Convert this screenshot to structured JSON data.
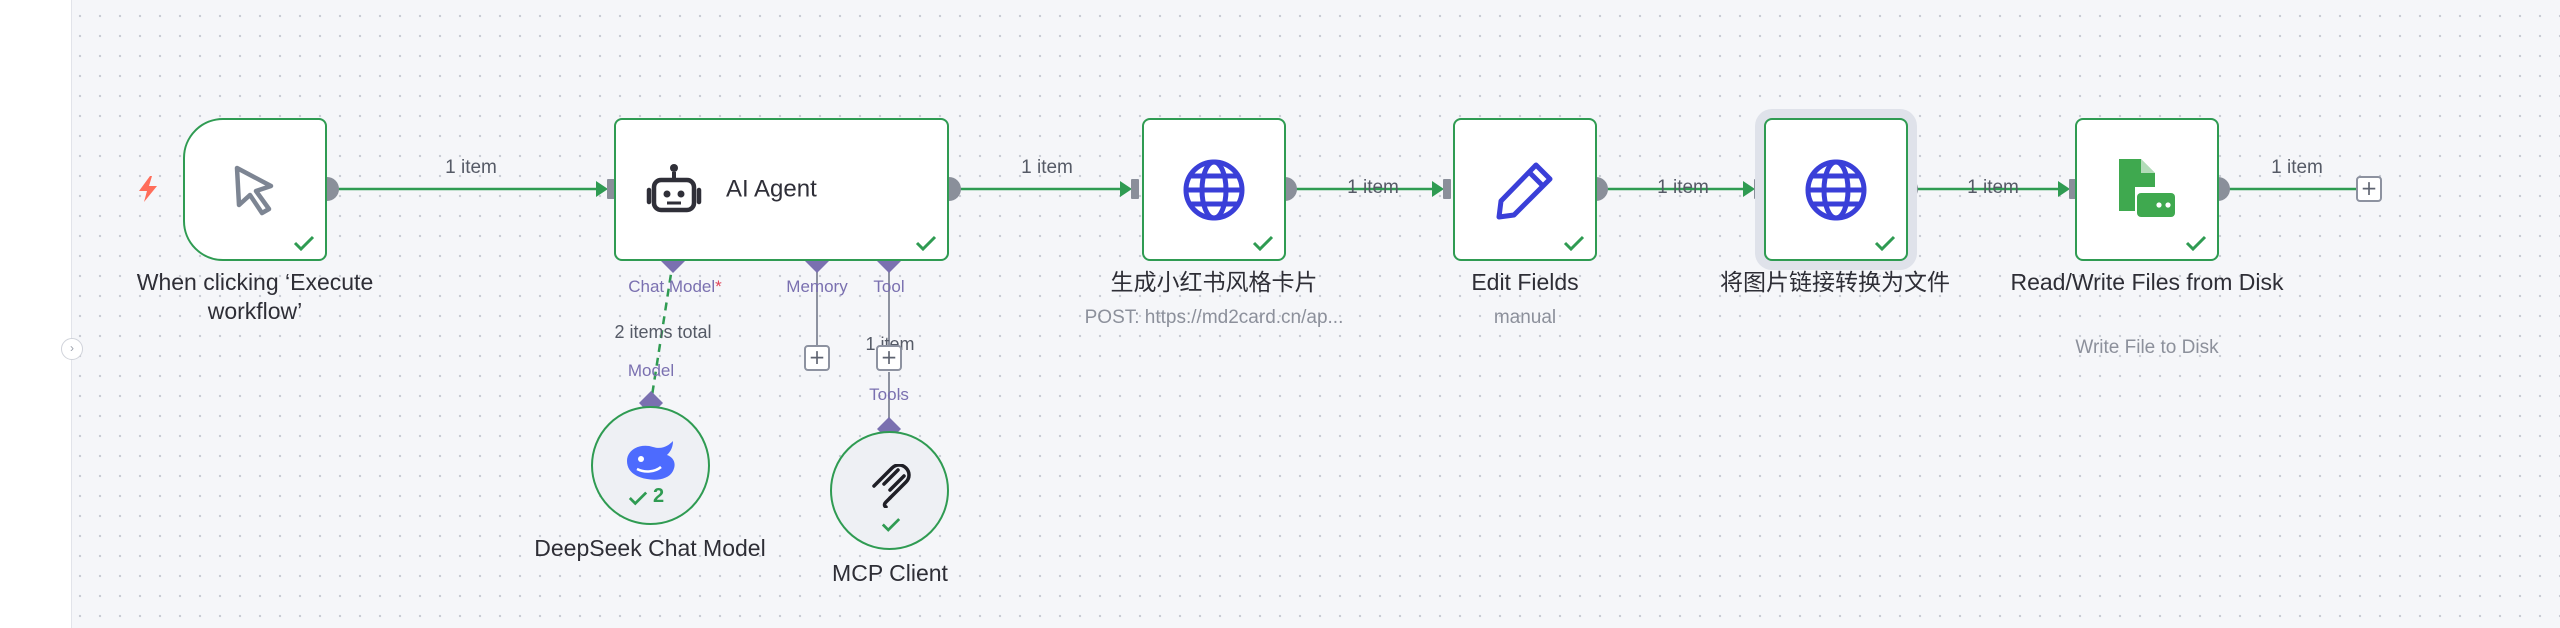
{
  "canvas": {
    "background": "#f5f6f9",
    "accent_success": "#2f9b52",
    "accent_port": "#7a70b0",
    "sidebar_toggle_icon": "chevron-right-icon"
  },
  "edges": {
    "trigger_to_agent": "1 item",
    "agent_to_http1": "1 item",
    "http1_to_edit": "1 item",
    "edit_to_http2": "1 item",
    "http2_to_rw": "1 item",
    "rw_output": "1 item",
    "model_total": "2 items total",
    "tool_items": "1 item"
  },
  "nodes": {
    "trigger": {
      "label": "When clicking ‘Execute workflow’",
      "icon": "cursor-pointer-icon",
      "status": "success"
    },
    "agent": {
      "title": "AI Agent",
      "icon": "robot-icon",
      "status": "success",
      "ports": {
        "chat_model": "Chat Model",
        "chat_model_required": "*",
        "memory": "Memory",
        "tool": "Tool"
      }
    },
    "http1": {
      "label": "生成小红书风格卡片",
      "subtitle": "POST: https://md2card.cn/ap...",
      "icon": "globe-icon",
      "status": "success"
    },
    "edit_fields": {
      "label": "Edit Fields",
      "subtitle": "manual",
      "icon": "pencil-icon",
      "status": "success"
    },
    "http2": {
      "label": "将图片链接转换为文件",
      "icon": "globe-icon",
      "status": "success"
    },
    "read_write": {
      "label": "Read/Write Files from Disk",
      "subtitle": "Write File to Disk",
      "icon": "file-disk-icon",
      "status": "success"
    },
    "deepseek": {
      "label": "DeepSeek Chat Model",
      "port": "Model",
      "run_count": "2",
      "icon": "whale-icon",
      "status": "success"
    },
    "mcp": {
      "label": "MCP Client",
      "port": "Tools",
      "icon": "mcp-icon",
      "status": "success"
    }
  },
  "buttons": {
    "add_label": "+"
  }
}
